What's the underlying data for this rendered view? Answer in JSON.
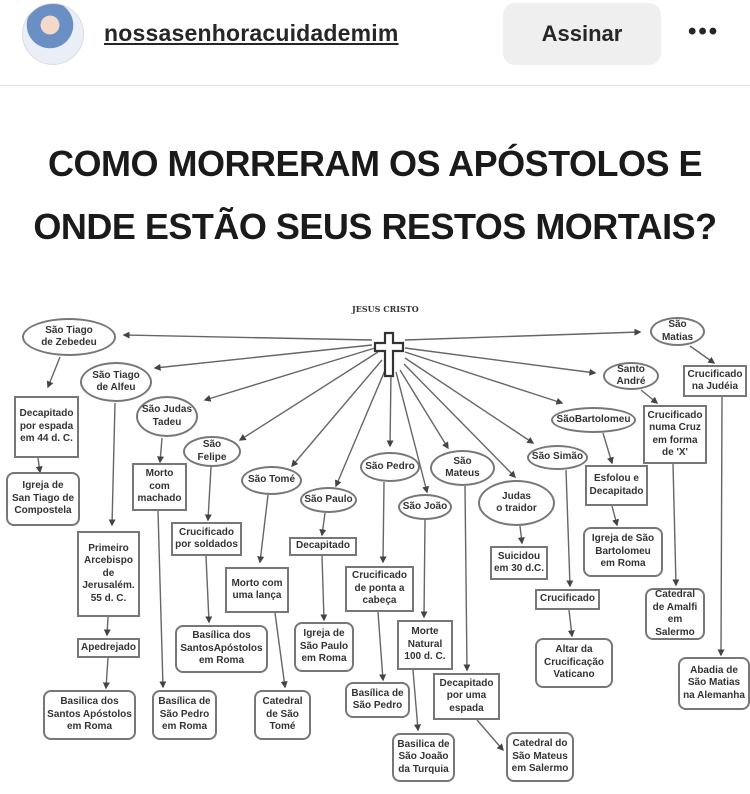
{
  "header": {
    "username": "nossasenhoracuidademim",
    "follow_label": "Assinar",
    "more_icon": "more-horizontal-icon",
    "more_label": "•••"
  },
  "post": {
    "title_line1": "COMO MORRERAM OS APÓSTOLOS E",
    "title_line2": "ONDE ESTÃO SEUS RESTOS MORTAIS?",
    "root_label": "JESUS CRISTO",
    "nodes": {
      "zebedeu": "São Tiago\nde Zebedeu",
      "alfeu": "São Tiago\nde Alfeu",
      "judas_tadeu": "São Judas\nTadeu",
      "felipe": "São\nFelipe",
      "tome": "São Tomé",
      "paulo": "São Paulo",
      "pedro": "São Pedro",
      "joao": "São João",
      "mateus": "São\nMateus",
      "judas": "Judas\no traidor",
      "simao": "São Simão",
      "bartolomeu": "SãoBartolomeu",
      "andre": "Santo\nAndré",
      "matias": "São\nMatias",
      "zeb_death": "Decapitado\npor espada\nem 44 d. C.",
      "zeb_rest": "Igreja de\nSan Tiago de\nCompostela",
      "alf_info": "Primeiro\nArcebispo\nde\nJerusalém.\n55 d. C.",
      "alf_death": "Apedrejado",
      "alf_rest": "Basilica dos\nSantos Apóstolos\nem Roma",
      "jt_death": "Morto\ncom\nmachado",
      "jt_rest": "Basílica de\nSão Pedro\nem Roma",
      "fel_death": "Crucificado\npor soldados",
      "fel_rest": "Basílica dos\nSantosApóstolos\nem Roma",
      "tom_death": "Morto com\numa lança",
      "tom_rest": "Catedral\nde São\nTomé",
      "pau_death": "Decapitado",
      "pau_rest": "Igreja de\nSão Paulo\nem Roma",
      "ped_death": "Crucificado\nde ponta a\ncabeça",
      "ped_rest": "Basílica de\nSão Pedro",
      "joa_death": "Morte\nNatural\n100 d. C.",
      "joa_rest": "Basilica de\nSão Joaão\nda Turquia",
      "mat_death": "Decapitado\npor uma\nespada",
      "mat_rest": "Catedral do\nSão Mateus\nem Salermo",
      "jud_death": "Suicidou\nem 30 d.C.",
      "sim_death": "Crucificado",
      "sim_rest": "Altar da\nCrucificação\nVaticano",
      "bar_death": "Esfolou e\nDecapitado",
      "bar_rest": "Igreja de São\nBartolomeu\nem Roma",
      "and_death": "Crucificado\nnuma Cruz\nem forma\nde 'X'",
      "and_rest": "Catedral\nde Amalfi\nem Salermo",
      "mts_death": "Crucificado\nna Judéia",
      "mts_rest": "Abadia de\nSão Matias\nna Alemanha"
    }
  }
}
